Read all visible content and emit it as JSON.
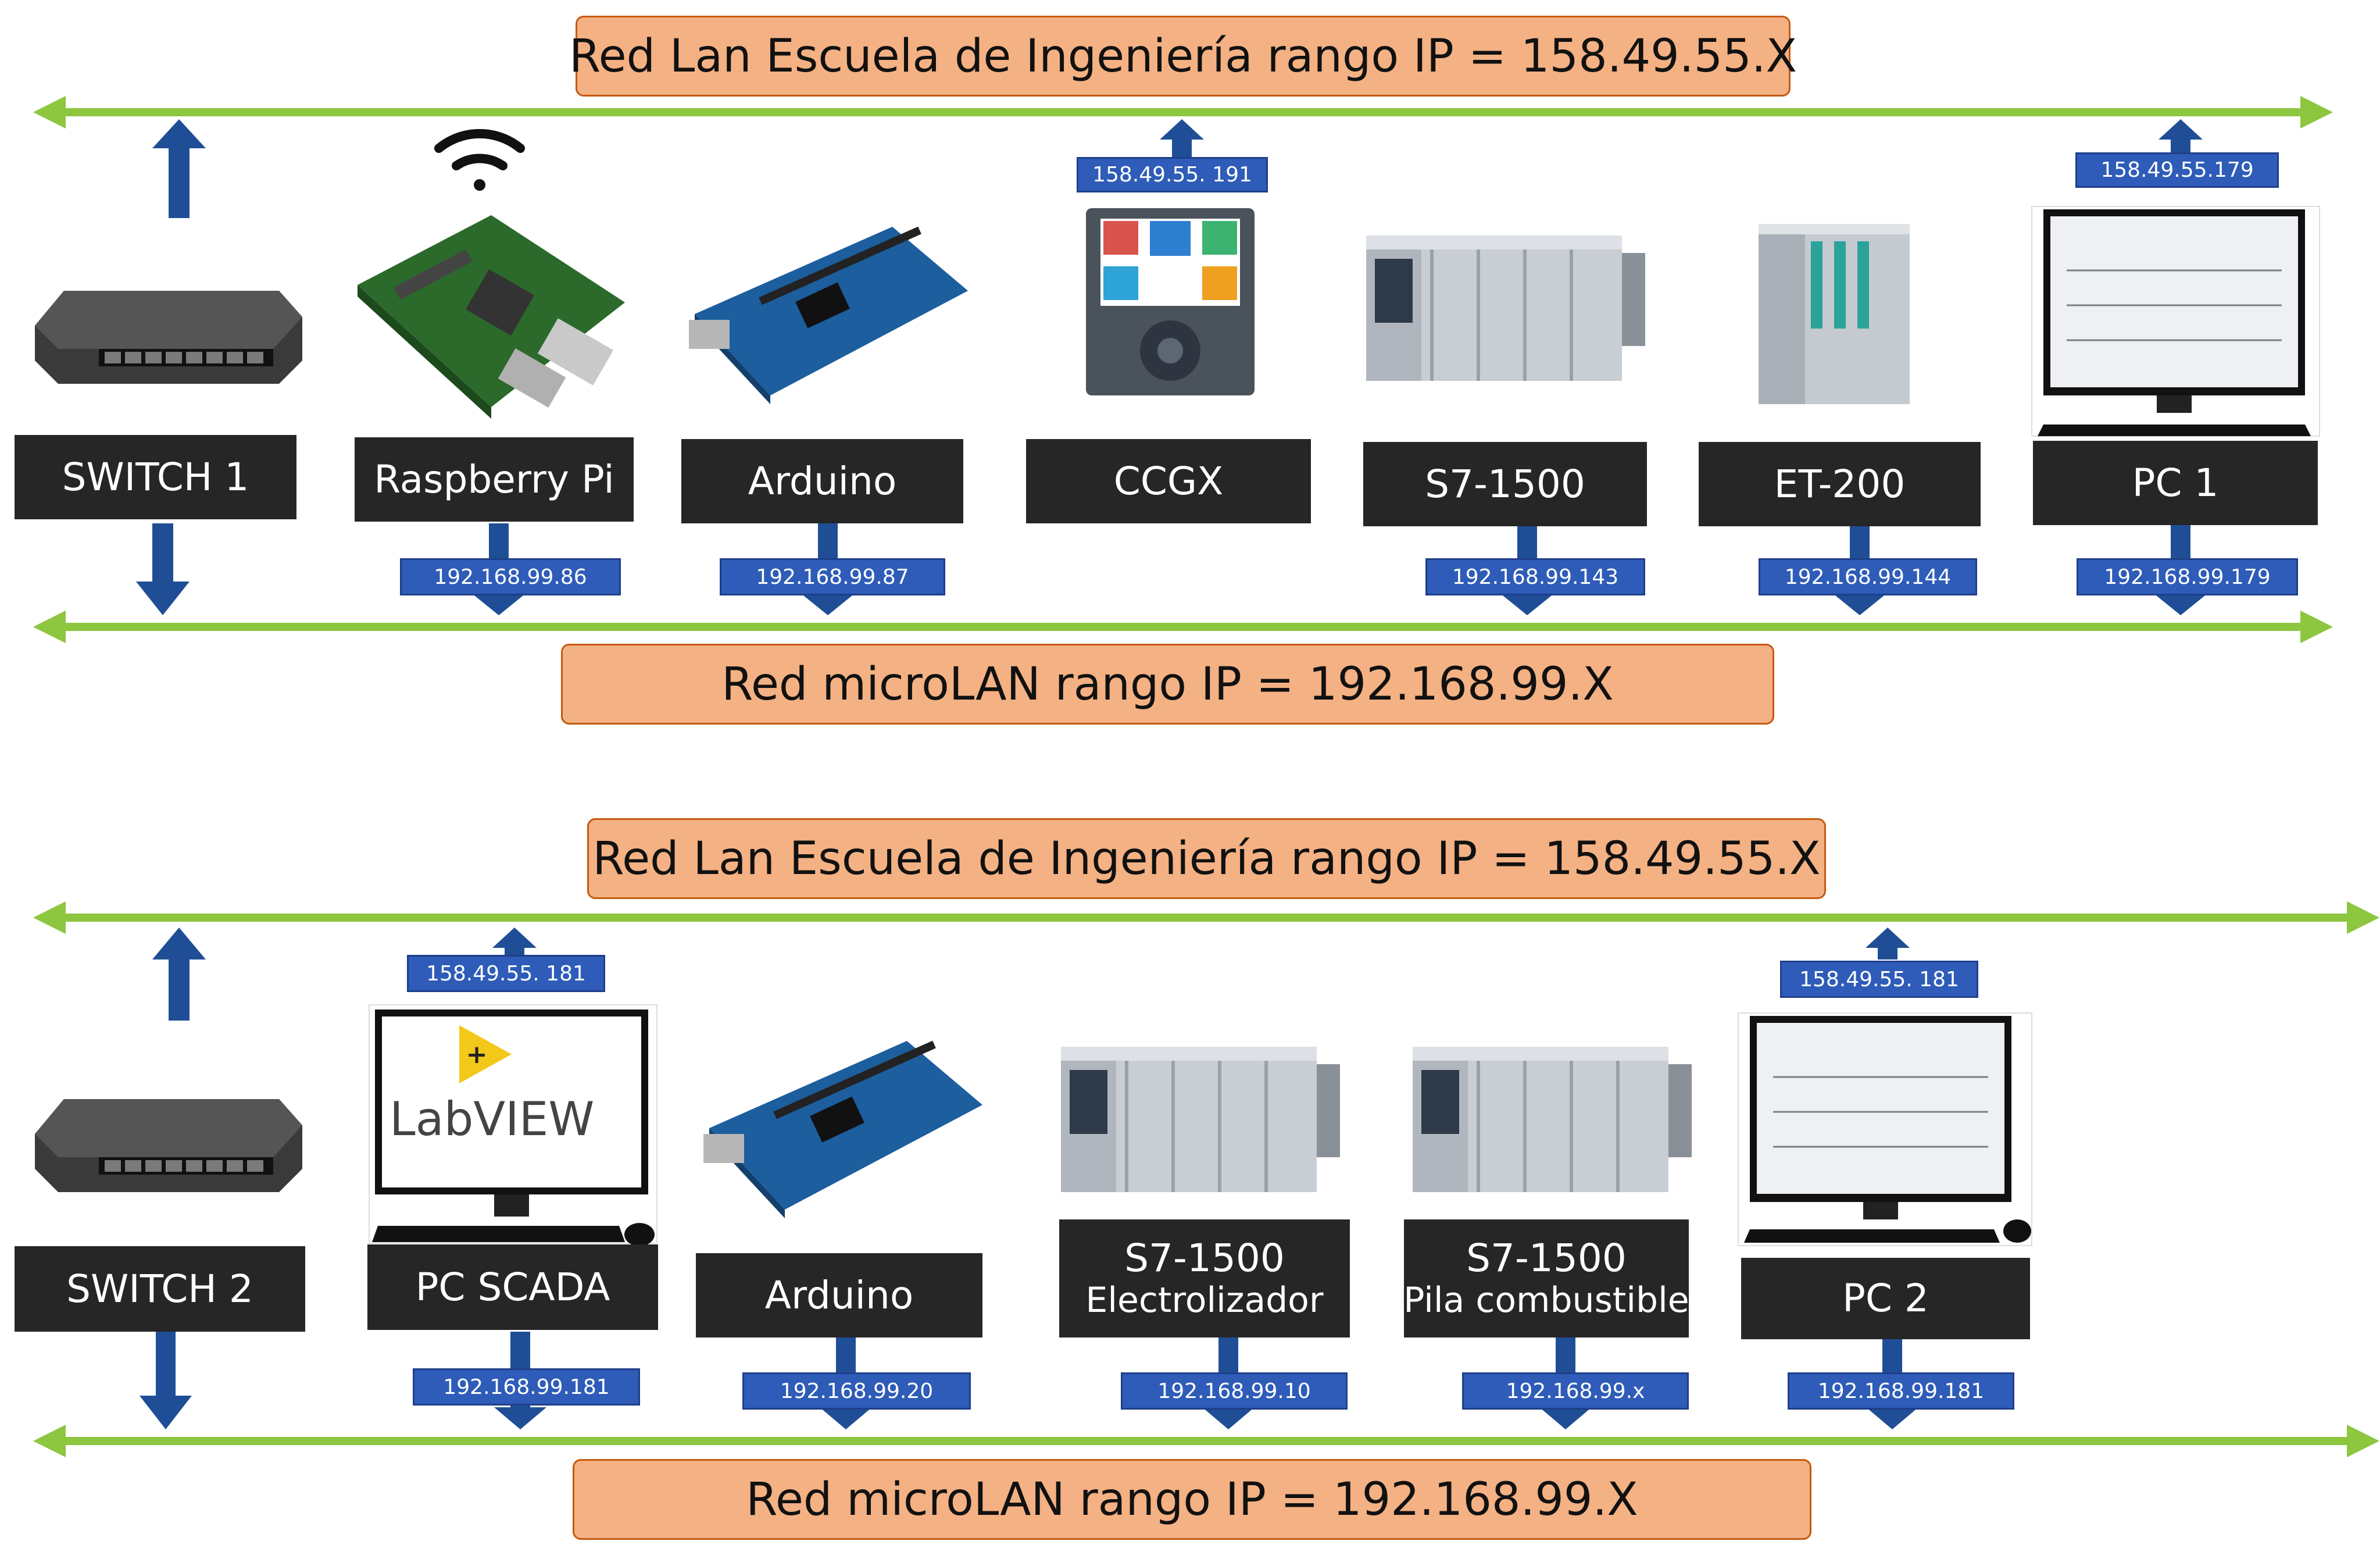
{
  "colors": {
    "bus_line": "#8dc63f",
    "arrow": "#1f4e96",
    "ip_box": "#2e5cb8",
    "device_label_bg": "#262626",
    "network_label_bg": "#f4b183",
    "network_label_border": "#c55a11"
  },
  "top_diagram": {
    "lan_label": "Red Lan Escuela de Ingeniería rango IP = 158.49.55.X",
    "microlan_label": "Red microLAN rango IP = 192.168.99.X",
    "devices": [
      {
        "name": "SWITCH 1",
        "icon": "network-switch-icon"
      },
      {
        "name": "Raspberry Pi",
        "icon": "raspberry-pi-board-icon",
        "ip_micro": "192.168.99.86",
        "wireless_icon": "wifi-icon"
      },
      {
        "name": "Arduino",
        "icon": "arduino-mega-board-icon",
        "ip_micro": "192.168.99.87"
      },
      {
        "name": "CCGX",
        "icon": "ccgx-panel-icon",
        "ip_lan": "158.49.55. 191"
      },
      {
        "name": "S7-1500",
        "icon": "plc-rack-icon",
        "ip_micro": "192.168.99.143"
      },
      {
        "name": "ET-200",
        "icon": "io-module-icon",
        "ip_micro": "192.168.99.144"
      },
      {
        "name": "PC 1",
        "icon": "desktop-pc-icon",
        "ip_lan": "158.49.55.179",
        "ip_micro": "192.168.99.179"
      }
    ]
  },
  "bottom_diagram": {
    "lan_label": "Red Lan Escuela de Ingeniería rango IP = 158.49.55.X",
    "microlan_label": "Red microLAN rango IP = 192.168.99.X",
    "devices": [
      {
        "name": "SWITCH 2",
        "icon": "network-switch-icon"
      },
      {
        "name": "PC SCADA",
        "icon": "labview-pc-icon",
        "screen_text": "LabVIEW",
        "ip_lan": "158.49.55. 181",
        "ip_micro": "192.168.99.181"
      },
      {
        "name": "Arduino",
        "icon": "arduino-mega-board-icon",
        "ip_micro": "192.168.99.20"
      },
      {
        "name": "S7-1500",
        "subtitle": "Electrolizador",
        "icon": "plc-rack-icon",
        "ip_micro": "192.168.99.10"
      },
      {
        "name": "S7-1500",
        "subtitle": "Pila combustible",
        "icon": "plc-rack-icon",
        "ip_micro": "192.168.99.x"
      },
      {
        "name": "PC 2",
        "icon": "desktop-pc-icon",
        "ip_lan": "158.49.55. 181",
        "ip_micro": "192.168.99.181"
      }
    ]
  }
}
